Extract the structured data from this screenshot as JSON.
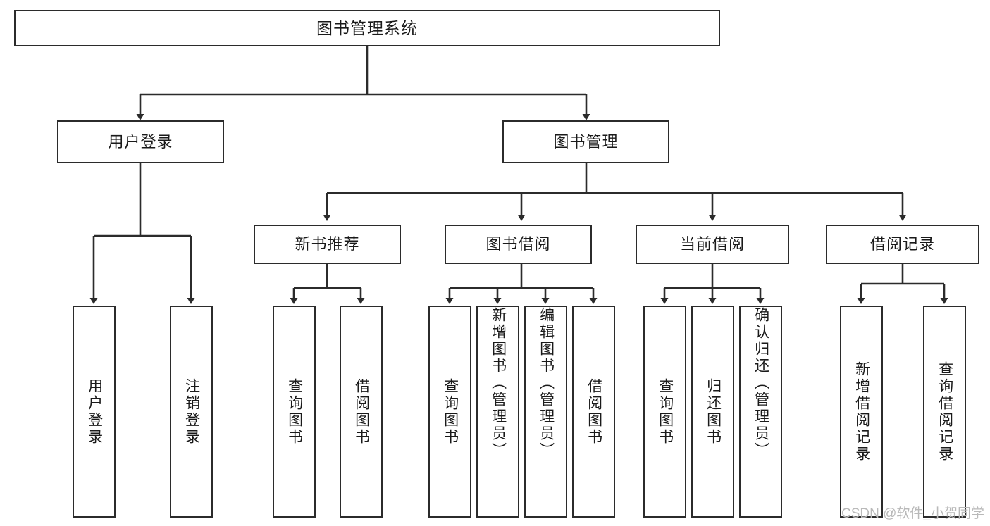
{
  "diagram": {
    "type": "tree",
    "title": "图书管理系统",
    "watermark": "CSDN @软件_小贺同学",
    "colors": {
      "background": "#ffffff",
      "stroke": "#2b2b2b",
      "text": "#1a1a1a",
      "watermark": "#b9b9b9"
    },
    "nodes": {
      "root": {
        "label": "图书管理系统"
      },
      "level1": [
        {
          "id": "user-login",
          "label": "用户登录"
        },
        {
          "id": "book-management",
          "label": "图书管理"
        }
      ],
      "level2": [
        {
          "id": "new-book-recommend",
          "label": "新书推荐"
        },
        {
          "id": "book-borrow",
          "label": "图书借阅"
        },
        {
          "id": "current-borrow",
          "label": "当前借阅"
        },
        {
          "id": "borrow-record",
          "label": "借阅记录"
        }
      ],
      "leaves": {
        "user-login": [
          {
            "id": "leaf-user-login",
            "label": "用户登录"
          },
          {
            "id": "leaf-logout-login",
            "label": "注销登录"
          }
        ],
        "new-book-recommend": [
          {
            "id": "leaf-query-book-1",
            "label": "查询图书"
          },
          {
            "id": "leaf-borrow-book-1",
            "label": "借阅图书"
          }
        ],
        "book-borrow": [
          {
            "id": "leaf-query-book-2",
            "label": "查询图书"
          },
          {
            "id": "leaf-add-book",
            "label": "新增图书（管理员）"
          },
          {
            "id": "leaf-edit-book",
            "label": "编辑图书（管理员）"
          },
          {
            "id": "leaf-borrow-book-2",
            "label": "借阅图书"
          }
        ],
        "current-borrow": [
          {
            "id": "leaf-query-book-3",
            "label": "查询图书"
          },
          {
            "id": "leaf-return-book",
            "label": "归还图书"
          },
          {
            "id": "leaf-confirm-return",
            "label": "确认归还（管理员）"
          }
        ],
        "borrow-record": [
          {
            "id": "leaf-add-record",
            "label": "新增借阅记录"
          },
          {
            "id": "leaf-query-record",
            "label": "查询借阅记录"
          }
        ]
      }
    }
  }
}
